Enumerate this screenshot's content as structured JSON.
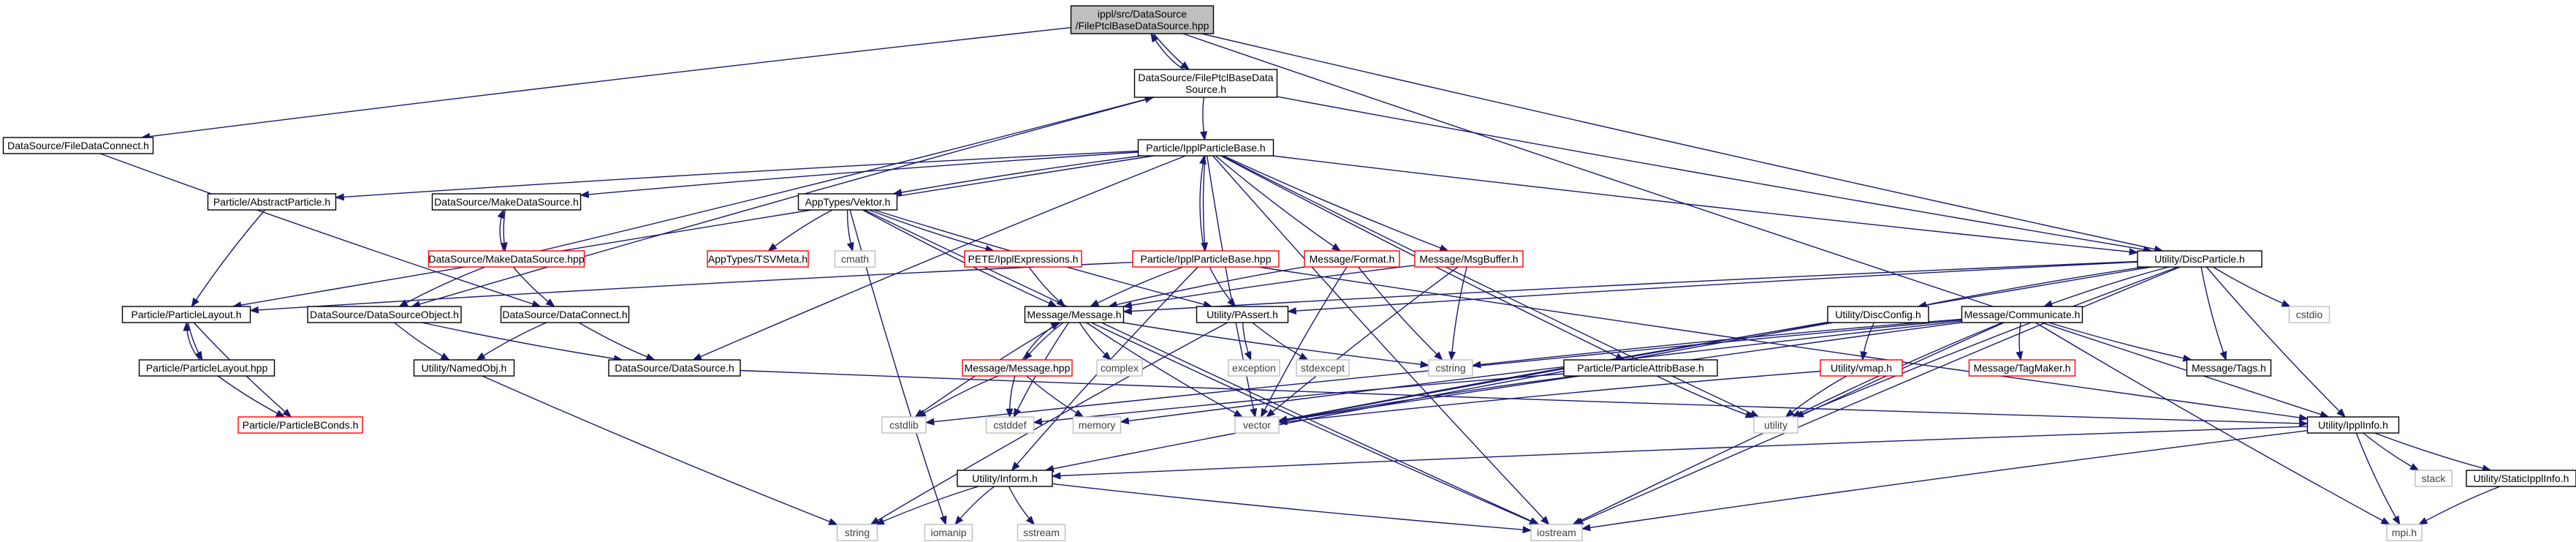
{
  "colors": {
    "edge": "#191970",
    "node_border_default": "#000000",
    "node_border_missing": "#ff0000",
    "node_border_system": "#bfbfbf",
    "node_fill_root": "#bfbfbf",
    "node_fill_default": "#ffffff",
    "text_system": "#404040"
  },
  "nodes": [
    {
      "id": "root",
      "lines": [
        "ippl/src/DataSource",
        "/FilePtclBaseDataSource.hpp"
      ],
      "style": "root"
    },
    {
      "id": "fpbds_h",
      "lines": [
        "DataSource/FilePtclBaseData",
        "Source.h"
      ],
      "style": "default"
    },
    {
      "id": "filedataconnect",
      "lines": [
        "DataSource/FileDataConnect.h"
      ],
      "style": "default"
    },
    {
      "id": "ipplparticlebase_h",
      "lines": [
        "Particle/IpplParticleBase.h"
      ],
      "style": "default"
    },
    {
      "id": "abstractparticle",
      "lines": [
        "Particle/AbstractParticle.h"
      ],
      "style": "default"
    },
    {
      "id": "makedatasource_h",
      "lines": [
        "DataSource/MakeDataSource.h"
      ],
      "style": "default"
    },
    {
      "id": "makedatasource_hpp",
      "lines": [
        "DataSource/MakeDataSource.hpp"
      ],
      "style": "missing"
    },
    {
      "id": "apptypes_vektor",
      "lines": [
        "AppTypes/Vektor.h"
      ],
      "style": "default"
    },
    {
      "id": "tsvmeta",
      "lines": [
        "AppTypes/TSVMeta.h"
      ],
      "style": "missing"
    },
    {
      "id": "cmath",
      "lines": [
        "cmath"
      ],
      "style": "system"
    },
    {
      "id": "pete",
      "lines": [
        "PETE/IpplExpressions.h"
      ],
      "style": "missing"
    },
    {
      "id": "ipplparticlebase_hpp",
      "lines": [
        "Particle/IpplParticleBase.hpp"
      ],
      "style": "missing"
    },
    {
      "id": "message_format",
      "lines": [
        "Message/Format.h"
      ],
      "style": "missing"
    },
    {
      "id": "message_msgbuffer",
      "lines": [
        "Message/MsgBuffer.h"
      ],
      "style": "missing"
    },
    {
      "id": "particlelayout_h",
      "lines": [
        "Particle/ParticleLayout.h"
      ],
      "style": "default"
    },
    {
      "id": "particlelayout_hpp",
      "lines": [
        "Particle/ParticleLayout.hpp"
      ],
      "style": "default"
    },
    {
      "id": "particlebconds",
      "lines": [
        "Particle/ParticleBConds.h"
      ],
      "style": "missing"
    },
    {
      "id": "datasourceobject",
      "lines": [
        "DataSource/DataSourceObject.h"
      ],
      "style": "default"
    },
    {
      "id": "dataconnect",
      "lines": [
        "DataSource/DataConnect.h"
      ],
      "style": "default"
    },
    {
      "id": "namedobj",
      "lines": [
        "Utility/NamedObj.h"
      ],
      "style": "default"
    },
    {
      "id": "datasource_h",
      "lines": [
        "DataSource/DataSource.h"
      ],
      "style": "default"
    },
    {
      "id": "message_message_h",
      "lines": [
        "Message/Message.h"
      ],
      "style": "default"
    },
    {
      "id": "message_message_hpp",
      "lines": [
        "Message/Message.hpp"
      ],
      "style": "missing"
    },
    {
      "id": "complex",
      "lines": [
        "complex"
      ],
      "style": "system"
    },
    {
      "id": "utility_passert",
      "lines": [
        "Utility/PAssert.h"
      ],
      "style": "default"
    },
    {
      "id": "exception",
      "lines": [
        "exception"
      ],
      "style": "system"
    },
    {
      "id": "stdexcept",
      "lines": [
        "stdexcept"
      ],
      "style": "system"
    },
    {
      "id": "cstring",
      "lines": [
        "cstring"
      ],
      "style": "system"
    },
    {
      "id": "particleattribbase",
      "lines": [
        "Particle/ParticleAttribBase.h"
      ],
      "style": "default"
    },
    {
      "id": "utility_discparticle",
      "lines": [
        "Utility/DiscParticle.h"
      ],
      "style": "default"
    },
    {
      "id": "utility_discconfig",
      "lines": [
        "Utility/DiscConfig.h"
      ],
      "style": "default"
    },
    {
      "id": "utility_vmap",
      "lines": [
        "Utility/vmap.h"
      ],
      "style": "missing"
    },
    {
      "id": "message_communicate",
      "lines": [
        "Message/Communicate.h"
      ],
      "style": "default"
    },
    {
      "id": "message_tagmaker",
      "lines": [
        "Message/TagMaker.h"
      ],
      "style": "missing"
    },
    {
      "id": "message_tags",
      "lines": [
        "Message/Tags.h"
      ],
      "style": "default"
    },
    {
      "id": "cstdio",
      "lines": [
        "cstdio"
      ],
      "style": "system"
    },
    {
      "id": "cstdlib",
      "lines": [
        "cstdlib"
      ],
      "style": "system"
    },
    {
      "id": "cstddef",
      "lines": [
        "cstddef"
      ],
      "style": "system"
    },
    {
      "id": "memory",
      "lines": [
        "memory"
      ],
      "style": "system"
    },
    {
      "id": "vector",
      "lines": [
        "vector"
      ],
      "style": "system"
    },
    {
      "id": "utility",
      "lines": [
        "utility"
      ],
      "style": "system"
    },
    {
      "id": "utility_inform",
      "lines": [
        "Utility/Inform.h"
      ],
      "style": "default"
    },
    {
      "id": "string",
      "lines": [
        "string"
      ],
      "style": "system"
    },
    {
      "id": "iomanip",
      "lines": [
        "iomanip"
      ],
      "style": "system"
    },
    {
      "id": "sstream",
      "lines": [
        "sstream"
      ],
      "style": "system"
    },
    {
      "id": "iostream",
      "lines": [
        "iostream"
      ],
      "style": "system"
    },
    {
      "id": "utility_ipplinfo",
      "lines": [
        "Utility/IpplInfo.h"
      ],
      "style": "default"
    },
    {
      "id": "stack",
      "lines": [
        "stack"
      ],
      "style": "system"
    },
    {
      "id": "utility_staticipplinfo",
      "lines": [
        "Utility/StaticIpplInfo.h"
      ],
      "style": "default"
    },
    {
      "id": "mpi",
      "lines": [
        "mpi.h"
      ],
      "style": "system"
    }
  ],
  "edges": [
    [
      "root",
      "fpbds_h"
    ],
    [
      "fpbds_h",
      "root"
    ],
    [
      "root",
      "filedataconnect"
    ],
    [
      "root",
      "utility_discparticle"
    ],
    [
      "root",
      "utility_ipplinfo"
    ],
    [
      "fpbds_h",
      "ipplparticlebase_h"
    ],
    [
      "fpbds_h",
      "datasourceobject"
    ],
    [
      "fpbds_h",
      "utility_discparticle"
    ],
    [
      "filedataconnect",
      "dataconnect"
    ],
    [
      "ipplparticlebase_h",
      "abstractparticle"
    ],
    [
      "ipplparticlebase_h",
      "makedatasource_h"
    ],
    [
      "ipplparticlebase_h",
      "apptypes_vektor"
    ],
    [
      "ipplparticlebase_h",
      "ipplparticlebase_hpp"
    ],
    [
      "ipplparticlebase_hpp",
      "ipplparticlebase_h"
    ],
    [
      "ipplparticlebase_h",
      "message_format"
    ],
    [
      "ipplparticlebase_h",
      "message_msgbuffer"
    ],
    [
      "ipplparticlebase_h",
      "particlelayout_h"
    ],
    [
      "ipplparticlebase_h",
      "datasource_h"
    ],
    [
      "ipplparticlebase_h",
      "particleattribbase"
    ],
    [
      "ipplparticlebase_h",
      "vector"
    ],
    [
      "ipplparticlebase_h",
      "utility_discparticle"
    ],
    [
      "ipplparticlebase_h",
      "iostream"
    ],
    [
      "ipplparticlebase_h",
      "utility"
    ],
    [
      "abstractparticle",
      "particlelayout_h"
    ],
    [
      "makedatasource_h",
      "makedatasource_hpp"
    ],
    [
      "makedatasource_hpp",
      "makedatasource_h"
    ],
    [
      "makedatasource_hpp",
      "fpbds_h"
    ],
    [
      "makedatasource_hpp",
      "datasourceobject"
    ],
    [
      "makedatasource_hpp",
      "dataconnect"
    ],
    [
      "apptypes_vektor",
      "tsvmeta"
    ],
    [
      "apptypes_vektor",
      "cmath"
    ],
    [
      "apptypes_vektor",
      "pete"
    ],
    [
      "apptypes_vektor",
      "message_message_h"
    ],
    [
      "apptypes_vektor",
      "utility_passert"
    ],
    [
      "apptypes_vektor",
      "iomanip"
    ],
    [
      "apptypes_vektor",
      "iostream"
    ],
    [
      "pete",
      "message_message_h"
    ],
    [
      "ipplparticlebase_hpp",
      "message_message_h"
    ],
    [
      "ipplparticlebase_hpp",
      "utility_passert"
    ],
    [
      "ipplparticlebase_hpp",
      "utility_ipplinfo"
    ],
    [
      "ipplparticlebase_hpp",
      "particlelayout_h"
    ],
    [
      "ipplparticlebase_hpp",
      "utility_inform"
    ],
    [
      "message_format",
      "message_message_h"
    ],
    [
      "message_format",
      "cstring"
    ],
    [
      "message_format",
      "vector"
    ],
    [
      "message_msgbuffer",
      "message_message_h"
    ],
    [
      "message_msgbuffer",
      "cstring"
    ],
    [
      "message_msgbuffer",
      "vector"
    ],
    [
      "particlelayout_h",
      "particlelayout_hpp"
    ],
    [
      "particlelayout_hpp",
      "particlelayout_h"
    ],
    [
      "particlelayout_h",
      "particlebconds"
    ],
    [
      "particlelayout_hpp",
      "particlebconds"
    ],
    [
      "datasourceobject",
      "namedobj"
    ],
    [
      "datasourceobject",
      "datasource_h"
    ],
    [
      "dataconnect",
      "namedobj"
    ],
    [
      "dataconnect",
      "datasource_h"
    ],
    [
      "namedobj",
      "string"
    ],
    [
      "datasource_h",
      "utility_ipplinfo"
    ],
    [
      "message_message_h",
      "message_message_hpp"
    ],
    [
      "message_message_hpp",
      "message_message_h"
    ],
    [
      "message_message_h",
      "complex"
    ],
    [
      "message_message_h",
      "cstring"
    ],
    [
      "message_message_h",
      "cstdlib"
    ],
    [
      "message_message_h",
      "cstddef"
    ],
    [
      "message_message_h",
      "vector"
    ],
    [
      "message_message_h",
      "iostream"
    ],
    [
      "message_message_hpp",
      "cstdlib"
    ],
    [
      "message_message_hpp",
      "cstddef"
    ],
    [
      "message_message_hpp",
      "memory"
    ],
    [
      "utility_passert",
      "exception"
    ],
    [
      "utility_passert",
      "stdexcept"
    ],
    [
      "utility_passert",
      "string"
    ],
    [
      "particleattribbase",
      "vector"
    ],
    [
      "particleattribbase",
      "utility"
    ],
    [
      "particleattribbase",
      "cstddef"
    ],
    [
      "utility_discparticle",
      "message_message_h"
    ],
    [
      "utility_discparticle",
      "utility_passert"
    ],
    [
      "utility_discparticle",
      "utility_discconfig"
    ],
    [
      "utility_discparticle",
      "message_communicate"
    ],
    [
      "utility_discparticle",
      "message_tags"
    ],
    [
      "utility_discparticle",
      "cstdio"
    ],
    [
      "utility_discparticle",
      "vector"
    ],
    [
      "utility_discparticle",
      "utility"
    ],
    [
      "utility_discparticle",
      "iostream"
    ],
    [
      "utility_discparticle",
      "utility_ipplinfo"
    ],
    [
      "utility_discconfig",
      "utility_vmap"
    ],
    [
      "utility_discconfig",
      "vector"
    ],
    [
      "utility_discconfig",
      "utility_inform"
    ],
    [
      "utility_vmap",
      "vector"
    ],
    [
      "utility_vmap",
      "utility"
    ],
    [
      "message_communicate",
      "message_tagmaker"
    ],
    [
      "message_communicate",
      "message_tags"
    ],
    [
      "message_communicate",
      "cstring"
    ],
    [
      "message_communicate",
      "cstdlib"
    ],
    [
      "message_communicate",
      "memory"
    ],
    [
      "message_communicate",
      "vector"
    ],
    [
      "message_communicate",
      "utility"
    ],
    [
      "message_communicate",
      "iostream"
    ],
    [
      "message_communicate",
      "mpi"
    ],
    [
      "utility_ipplinfo",
      "utility_inform"
    ],
    [
      "utility_ipplinfo",
      "stack"
    ],
    [
      "utility_ipplinfo",
      "utility_staticipplinfo"
    ],
    [
      "utility_ipplinfo",
      "iostream"
    ],
    [
      "utility_ipplinfo",
      "mpi"
    ],
    [
      "utility_staticipplinfo",
      "mpi"
    ],
    [
      "utility_inform",
      "string"
    ],
    [
      "utility_inform",
      "iomanip"
    ],
    [
      "utility_inform",
      "sstream"
    ],
    [
      "utility_inform",
      "iostream"
    ]
  ]
}
